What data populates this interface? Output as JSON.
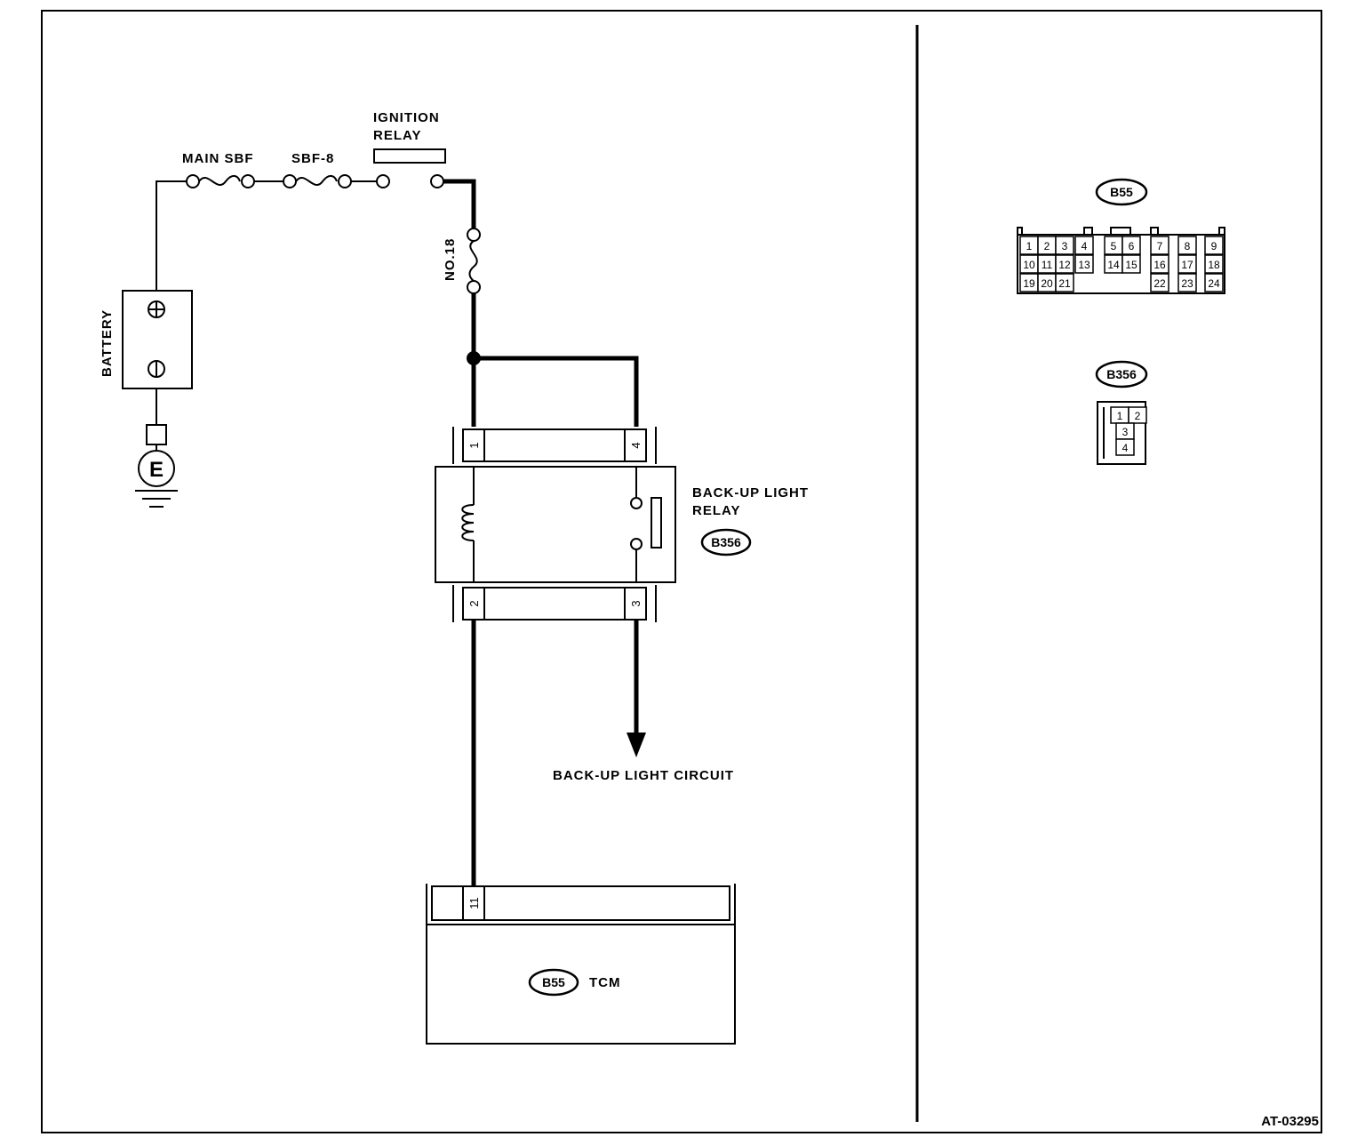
{
  "components": {
    "main_sbf": "MAIN SBF",
    "sbf8": "SBF-8",
    "ignition_relay_line1": "IGNITION",
    "ignition_relay_line2": "RELAY",
    "fuse_no18": "NO.18",
    "battery": "BATTERY",
    "battery_plus": "+",
    "battery_minus": "−",
    "ground": "E",
    "backup_relay_line1": "BACK-UP LIGHT",
    "backup_relay_line2": "RELAY",
    "backup_relay_connector": "B356",
    "backup_circuit": "BACK-UP LIGHT CIRCUIT",
    "tcm_connector": "B55",
    "tcm_name": "TCM"
  },
  "relay_pins": {
    "top_left": "1",
    "top_right": "4",
    "bottom_left": "2",
    "bottom_right": "3"
  },
  "tcm_pin": "11",
  "connector_b55": {
    "label": "B55",
    "row1": [
      "1",
      "2",
      "3",
      "4",
      "5",
      "6",
      "7",
      "8",
      "9"
    ],
    "row2": [
      "10",
      "11",
      "12",
      "13",
      "14",
      "15",
      "16",
      "17",
      "18"
    ],
    "row3": [
      "19",
      "20",
      "21",
      "22",
      "23",
      "24"
    ]
  },
  "connector_b356": {
    "label": "B356",
    "pins": [
      "1",
      "2",
      "3",
      "4"
    ]
  },
  "figure_code": "AT-03295"
}
